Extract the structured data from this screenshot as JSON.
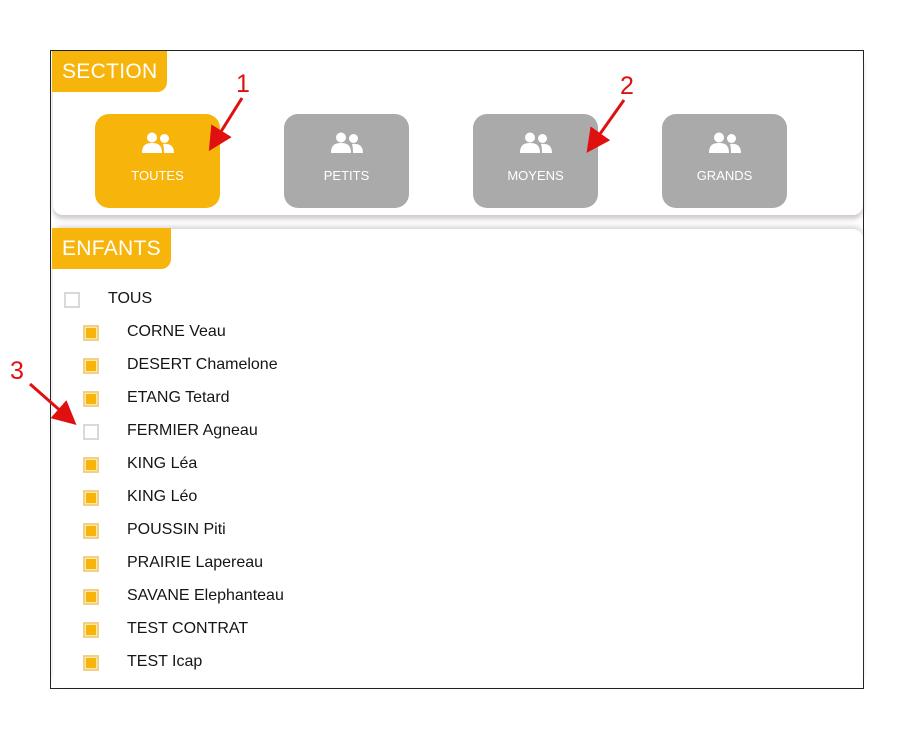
{
  "section": {
    "title": "SECTION",
    "tiles": [
      {
        "label": "TOUTES",
        "icon": "users-icon",
        "active": true
      },
      {
        "label": "PETITS",
        "icon": "users-icon",
        "active": false
      },
      {
        "label": "MOYENS",
        "icon": "users-icon",
        "active": false
      },
      {
        "label": "GRANDS",
        "icon": "users-icon",
        "active": false
      }
    ]
  },
  "enfants": {
    "title": "ENFANTS",
    "all": {
      "label": "TOUS",
      "checked": false
    },
    "items": [
      {
        "label": "CORNE Veau",
        "checked": true
      },
      {
        "label": "DESERT Chamelone",
        "checked": true
      },
      {
        "label": "ETANG Tetard",
        "checked": true
      },
      {
        "label": "FERMIER Agneau",
        "checked": false
      },
      {
        "label": "KING Léa",
        "checked": true
      },
      {
        "label": "KING Léo",
        "checked": true
      },
      {
        "label": "POUSSIN Piti",
        "checked": true
      },
      {
        "label": "PRAIRIE Lapereau",
        "checked": true
      },
      {
        "label": "SAVANE Elephanteau",
        "checked": true
      },
      {
        "label": "TEST CONTRAT",
        "checked": true
      },
      {
        "label": "TEST Icap",
        "checked": true
      }
    ]
  },
  "annotations": [
    "1",
    "2",
    "3"
  ],
  "colors": {
    "accent": "#f7b50c",
    "inactive": "#aaaaaa",
    "annotation": "#e01010"
  }
}
